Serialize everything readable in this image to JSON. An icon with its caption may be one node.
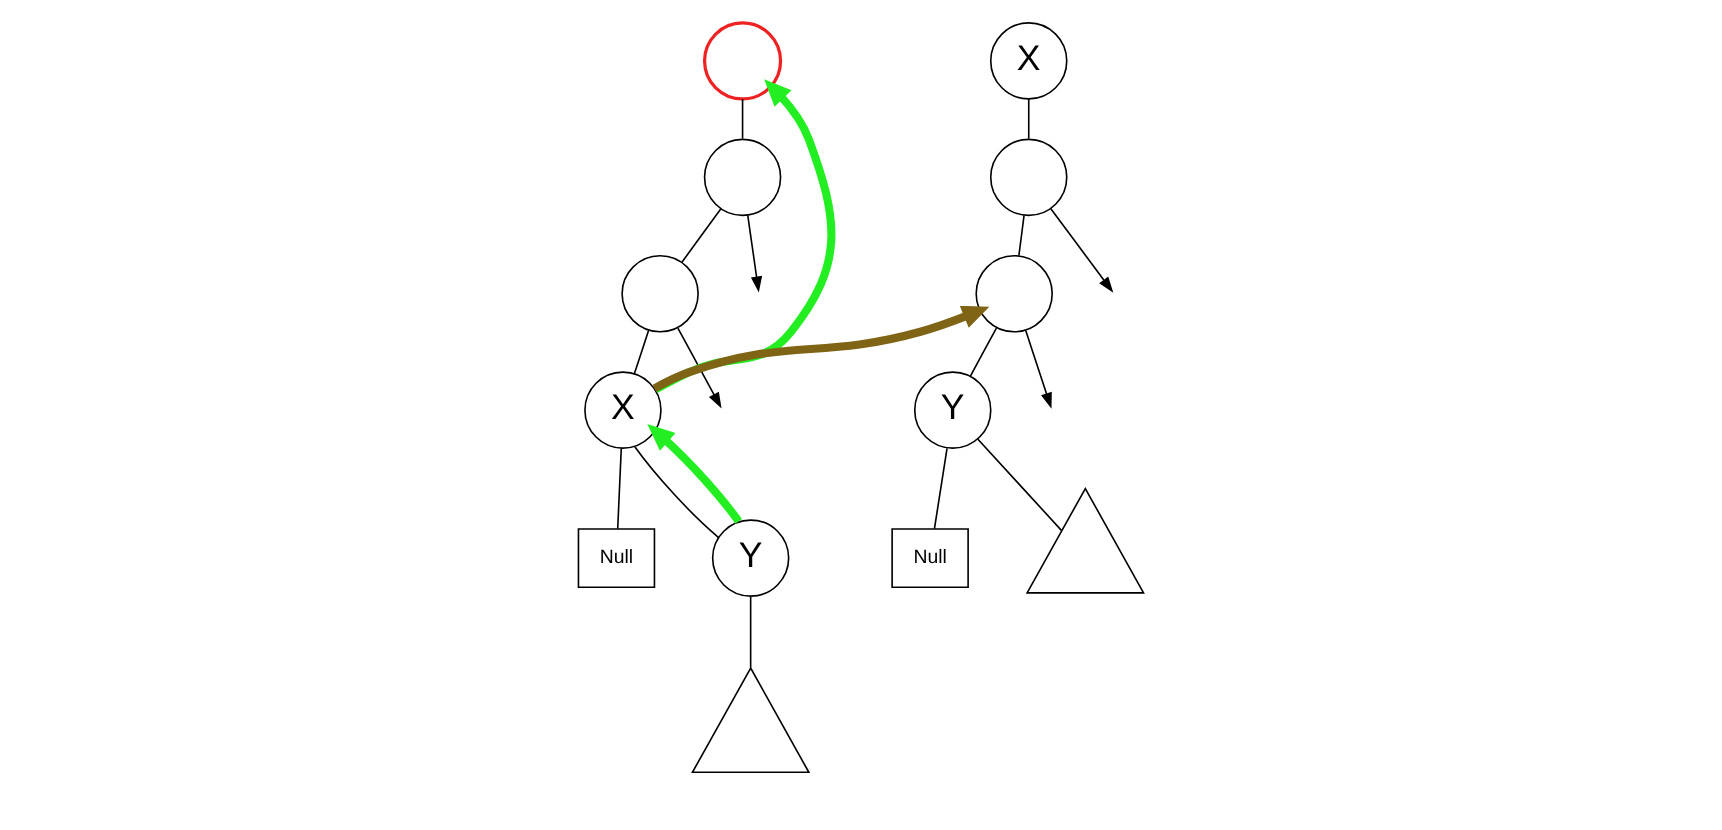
{
  "diagram": {
    "nodes": [
      {
        "text": [],
        "shape": "circle"
      },
      {
        "text": [],
        "shape": "circle"
      },
      {
        "text": [],
        "shape": "circle"
      },
      {
        "text": [
          "X"
        ]
      },
      {
        "text": [
          "Null"
        ]
      },
      {
        "text": [
          "Y"
        ]
      },
      {
        "text": [],
        "shape": "triangle"
      },
      {
        "text": [
          "X"
        ]
      },
      {
        "text": [],
        "shape": "circle"
      },
      {
        "text": [],
        "shape": "circle"
      },
      {
        "text": [
          "Y"
        ]
      },
      {
        "text": [
          "Null"
        ]
      },
      {
        "text": [],
        "shape": "triangle"
      }
    ],
    "edges": [
      {
        "from": 0,
        "to": 1,
        "arrow": "none"
      },
      {
        "from": 1,
        "to": 2,
        "arrow": "none"
      },
      {
        "from": 1,
        "to": null,
        "arrow": "to"
      },
      {
        "from": 2,
        "to": 3,
        "arrow": "none"
      },
      {
        "from": 2,
        "to": null,
        "arrow": "to"
      },
      {
        "from": 3,
        "to": 4,
        "arrow": "none"
      },
      {
        "from": 3,
        "to": 5,
        "arrow": "none"
      },
      {
        "from": 5,
        "to": 6,
        "arrow": "none"
      },
      {
        "from": 3,
        "to": 0,
        "arrow": "to",
        "style": "thick",
        "color": "#22ee22"
      },
      {
        "from": 5,
        "to": 3,
        "arrow": "to",
        "style": "thick",
        "color": "#22ee22"
      },
      {
        "from": 3,
        "to": 9,
        "arrow": "to",
        "style": "thick",
        "color": "#7f6416"
      },
      {
        "from": 7,
        "to": 8,
        "arrow": "none"
      },
      {
        "from": 8,
        "to": 9,
        "arrow": "none"
      },
      {
        "from": 8,
        "to": null,
        "arrow": "to"
      },
      {
        "from": 9,
        "to": 10,
        "arrow": "none"
      },
      {
        "from": 9,
        "to": null,
        "arrow": "to"
      },
      {
        "from": 10,
        "to": 11,
        "arrow": "none"
      },
      {
        "from": 10,
        "to": 12,
        "arrow": "none"
      }
    ]
  }
}
